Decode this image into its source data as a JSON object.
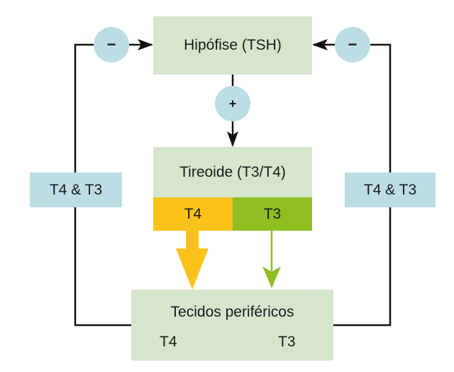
{
  "nodes": {
    "pituitary": "Hipófise (TSH)",
    "thyroid": "Tireoide (T3/T4)",
    "thyroid_t4": "T4",
    "thyroid_t3": "T3",
    "tissues": "Tecidos periféricos",
    "tissues_from": "T4",
    "tissues_to": "T3"
  },
  "feedback": {
    "left_label": "T4 & T3",
    "right_label": "T4 & T3",
    "left_sign": "−",
    "right_sign": "−",
    "stimulus_sign": "+"
  },
  "colors": {
    "box_green": "#d5e6cc",
    "circle_blue": "#bcdde4",
    "t4_yellow": "#fbc31a",
    "t3_green": "#8fbe22"
  }
}
